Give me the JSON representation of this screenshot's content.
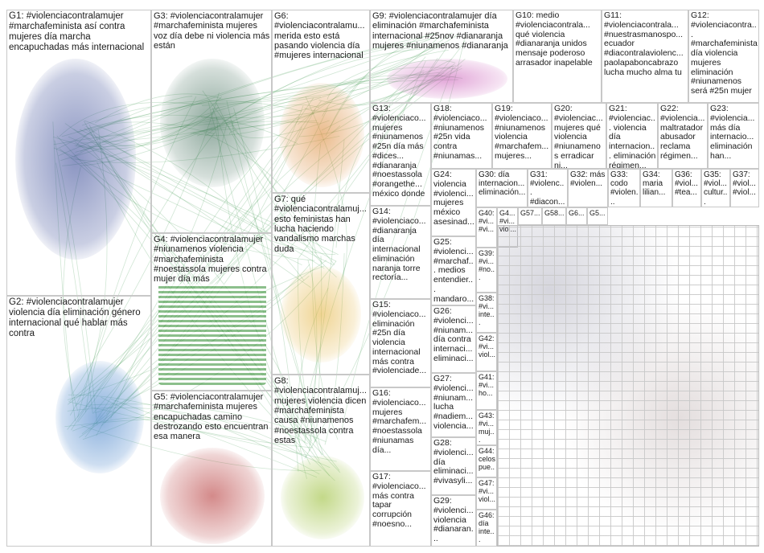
{
  "groups": [
    {
      "id": "G1",
      "text": "G1: #violenciacontralamujer #marchafeminista así contra mujeres día marcha encapuchadas más internacional",
      "color": "#2a3d8f"
    },
    {
      "id": "G2",
      "text": "G2: #violenciacontralamujer violencia día eliminación género internacional qué hablar más contra",
      "color": "#3b7bc6"
    },
    {
      "id": "G3",
      "text": "G3: #violenciacontralamujer #marchafeminista mujeres voz día debe ni violencia más están",
      "color": "#2f5f4a"
    },
    {
      "id": "G4",
      "text": "G4: #violenciacontralamujer #niunamenos violencia #marchafeminista #noestassola mujeres contra mujer día más",
      "color": "#2e8b2e"
    },
    {
      "id": "G5",
      "text": "G5: #violenciacontralamujer #marchafeminista mujeres encapuchadas camino destrozando esto encuentran esa manera",
      "color": "#b02a2a"
    },
    {
      "id": "G6",
      "text": "G6: #violenciacontralamu... merida esto está pasando violencia día #mujeres internacional",
      "color": "#d9822b"
    },
    {
      "id": "G7",
      "text": "G7: qué #violenciacontralamuj... esto feministas han lucha haciendo vandalismo marchas duda",
      "color": "#e3b13a"
    },
    {
      "id": "G8",
      "text": "G8: #violenciacontralamuj... mujeres violencia dicen #marchafeminista causa #niunamenos #noestassola contra estas",
      "color": "#9bbf3a"
    },
    {
      "id": "G9",
      "text": "G9: #violenciacontralamujer día eliminación #marchafeminista internacional #25nov #dianaranja mujeres #niunamenos #dianaranja",
      "color": "#c44bb0"
    },
    {
      "id": "G10",
      "text": "G10: medio #violenciacontrala... qué violencia #dianaranja unidos mensaje poderoso arrasador inapelable",
      "color": "#8a5cc2"
    },
    {
      "id": "G11",
      "text": "G11: #violenciacontrala... #nuestrasmanospo... ecuador #diacontralaviolenc... paolapaboncabrazo lucha mucho alma tu",
      "color": "#6a6ad0"
    },
    {
      "id": "G12",
      "text": "G12: #violenciacontra... #marchafeminista día violencia mujeres eliminación #niunamenos será #25n mujer",
      "color": "#5a8a9a"
    },
    {
      "id": "G13",
      "text": "G13: #violenciaco... mujeres #niunamenos #25n día más #dices... #dianaranja #noestassola #orangethe... méxico donde",
      "color": "#d4a020"
    },
    {
      "id": "G18",
      "text": "G18: #violenciaco... #niunamenos #25n vida contra #niunamas...",
      "color": "#8a9a3a"
    },
    {
      "id": "G19",
      "text": "G19: #violenciaco... #niunamenos violencia #marchafem... mujeres...",
      "color": "#c8b040"
    },
    {
      "id": "G20",
      "text": "G20: #violenciac... mujeres qué violencia #niunamenos erradicar ni...",
      "color": "#6a8ac0"
    },
    {
      "id": "G21",
      "text": "G21: #violenciac... violencia día internacion... eliminación régimen...",
      "color": "#a060a0"
    },
    {
      "id": "G22",
      "text": "G22: #violencia... maltratador abusador reclama régimen...",
      "color": "#c07040"
    },
    {
      "id": "G23",
      "text": "G23: #violencia... más día internacio... eliminación han...",
      "color": "#a07050"
    },
    {
      "id": "G24",
      "text": "G24: violencia #violenci... mujeres méxico asesinad...",
      "color": "#a0a040"
    },
    {
      "id": "G30",
      "text": "G30: día internacion... eliminación...",
      "color": "#909090"
    },
    {
      "id": "G31",
      "text": "G31: #violenc... #diacon...",
      "color": "#808080"
    },
    {
      "id": "G32",
      "text": "G32: más #violen...",
      "color": "#808080"
    },
    {
      "id": "G33",
      "text": "G33: codo #violen...",
      "color": "#808080"
    },
    {
      "id": "G34",
      "text": "G34: maria lilian...",
      "color": "#808080"
    },
    {
      "id": "G36",
      "text": "G36: #viol... #tea...",
      "color": "#808080"
    },
    {
      "id": "G35",
      "text": "G35: #viol... cultur...",
      "color": "#808080"
    },
    {
      "id": "G37",
      "text": "G37: #viol... #viol...",
      "color": "#808080"
    },
    {
      "id": "G14",
      "text": "G14: #violenciaco... #dianaranja día internacional eliminación naranja torre rectoría...",
      "color": "#c04060"
    },
    {
      "id": "G25",
      "text": "G25: #violenci... #marchaf... medios entendier... mandaro...",
      "color": "#909090"
    },
    {
      "id": "G15",
      "text": "G15: #violenciaco... eliminación #25n día violencia internacional más contra #violenciade...",
      "color": "#40a0a0"
    },
    {
      "id": "G26",
      "text": "G26: #violenci... #niunam... día contra internaci... eliminaci...",
      "color": "#909090"
    },
    {
      "id": "G16",
      "text": "G16: #violenciaco... mujeres #marchafem... #noestassola #niunamas día...",
      "color": "#60a040"
    },
    {
      "id": "G27",
      "text": "G27: #violenci... #niunam... lucha #nadiem... violencia...",
      "color": "#909090"
    },
    {
      "id": "G28",
      "text": "G28: #violenci... día eliminaci... #vivasyli...",
      "color": "#909090"
    },
    {
      "id": "G17",
      "text": "G17: #violenciaco... más contra tapar corrupción #noesno...",
      "color": "#c06030"
    },
    {
      "id": "G29",
      "text": "G29: #violenci... violencia #dianaran...",
      "color": "#909090"
    },
    {
      "id": "G40",
      "text": "G40: #vi... #vi...",
      "color": "#808080"
    },
    {
      "id": "G4x",
      "text": "G4... #vi... viol...",
      "color": "#808080"
    },
    {
      "id": "G57",
      "text": "G57...",
      "color": "#808080"
    },
    {
      "id": "G58",
      "text": "G58...",
      "color": "#808080"
    },
    {
      "id": "G6a",
      "text": "G6...",
      "color": "#808080"
    },
    {
      "id": "G5a",
      "text": "G5...",
      "color": "#808080"
    },
    {
      "id": "G39",
      "text": "G39: #vi... #no...",
      "color": "#808080"
    },
    {
      "id": "G38",
      "text": "G38: #vi... inte...",
      "color": "#808080"
    },
    {
      "id": "G42",
      "text": "G42: #vi... viol...",
      "color": "#808080"
    },
    {
      "id": "G41",
      "text": "G41: #vi... ho...",
      "color": "#808080"
    },
    {
      "id": "G43",
      "text": "G43: #vi... muj...",
      "color": "#808080"
    },
    {
      "id": "G44",
      "text": "G44: celos pue...",
      "color": "#808080"
    },
    {
      "id": "G47",
      "text": "G47: #vi... viol...",
      "color": "#808080"
    },
    {
      "id": "G46",
      "text": "G46: día inte...",
      "color": "#808080"
    }
  ]
}
